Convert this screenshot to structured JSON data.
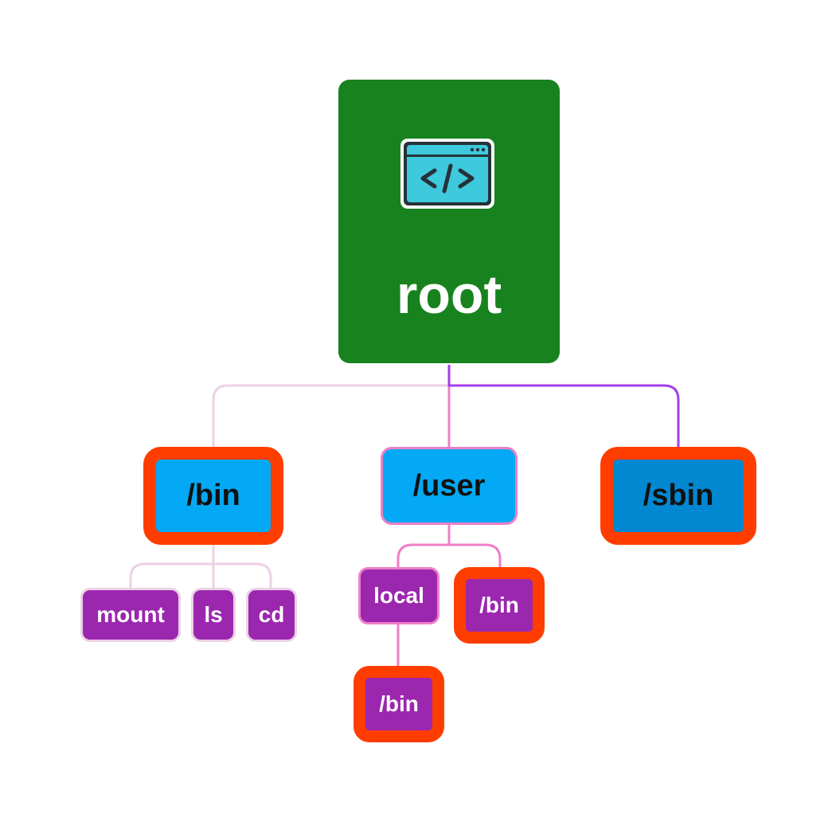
{
  "root": {
    "label": "root",
    "icon": "code-window-icon"
  },
  "level1": [
    {
      "id": "bin",
      "label": "/bin",
      "fill": "#03a9f4",
      "highlighted": true
    },
    {
      "id": "user",
      "label": "/user",
      "fill": "#03a9f4",
      "highlighted": false
    },
    {
      "id": "sbin",
      "label": "/sbin",
      "fill": "#0288d1",
      "highlighted": true
    }
  ],
  "bin_children": [
    "mount",
    "ls",
    "cd"
  ],
  "user_children": [
    {
      "label": "local",
      "highlighted": false
    },
    {
      "label": "/bin",
      "highlighted": true
    }
  ],
  "local_children": [
    {
      "label": "/bin",
      "highlighted": true
    }
  ],
  "colors": {
    "root_fill": "#17821e",
    "highlight_border": "#ff3d00",
    "leaf_fill": "#9b27af",
    "line_light": "#ecd1e5",
    "line_pink": "#ee7fc7",
    "line_purple": "#a63de8"
  }
}
